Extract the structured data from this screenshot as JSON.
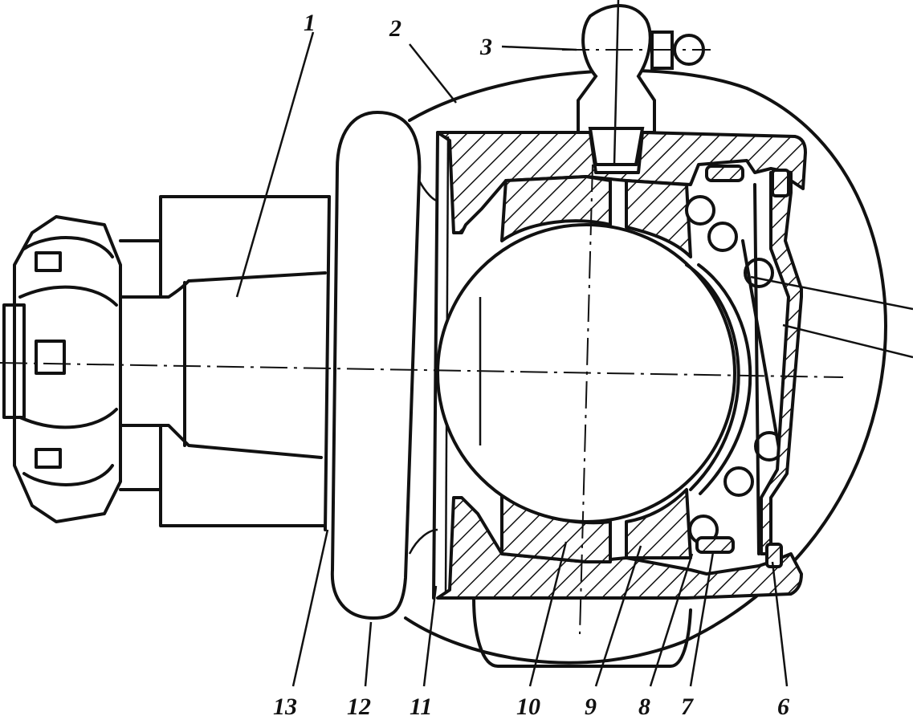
{
  "diagram": {
    "callouts": {
      "c1": "1",
      "c2": "2",
      "c3": "3",
      "c6": "6",
      "c7": "7",
      "c8": "8",
      "c9": "9",
      "c10": "10",
      "c11": "11",
      "c12": "12",
      "c13": "13"
    }
  }
}
